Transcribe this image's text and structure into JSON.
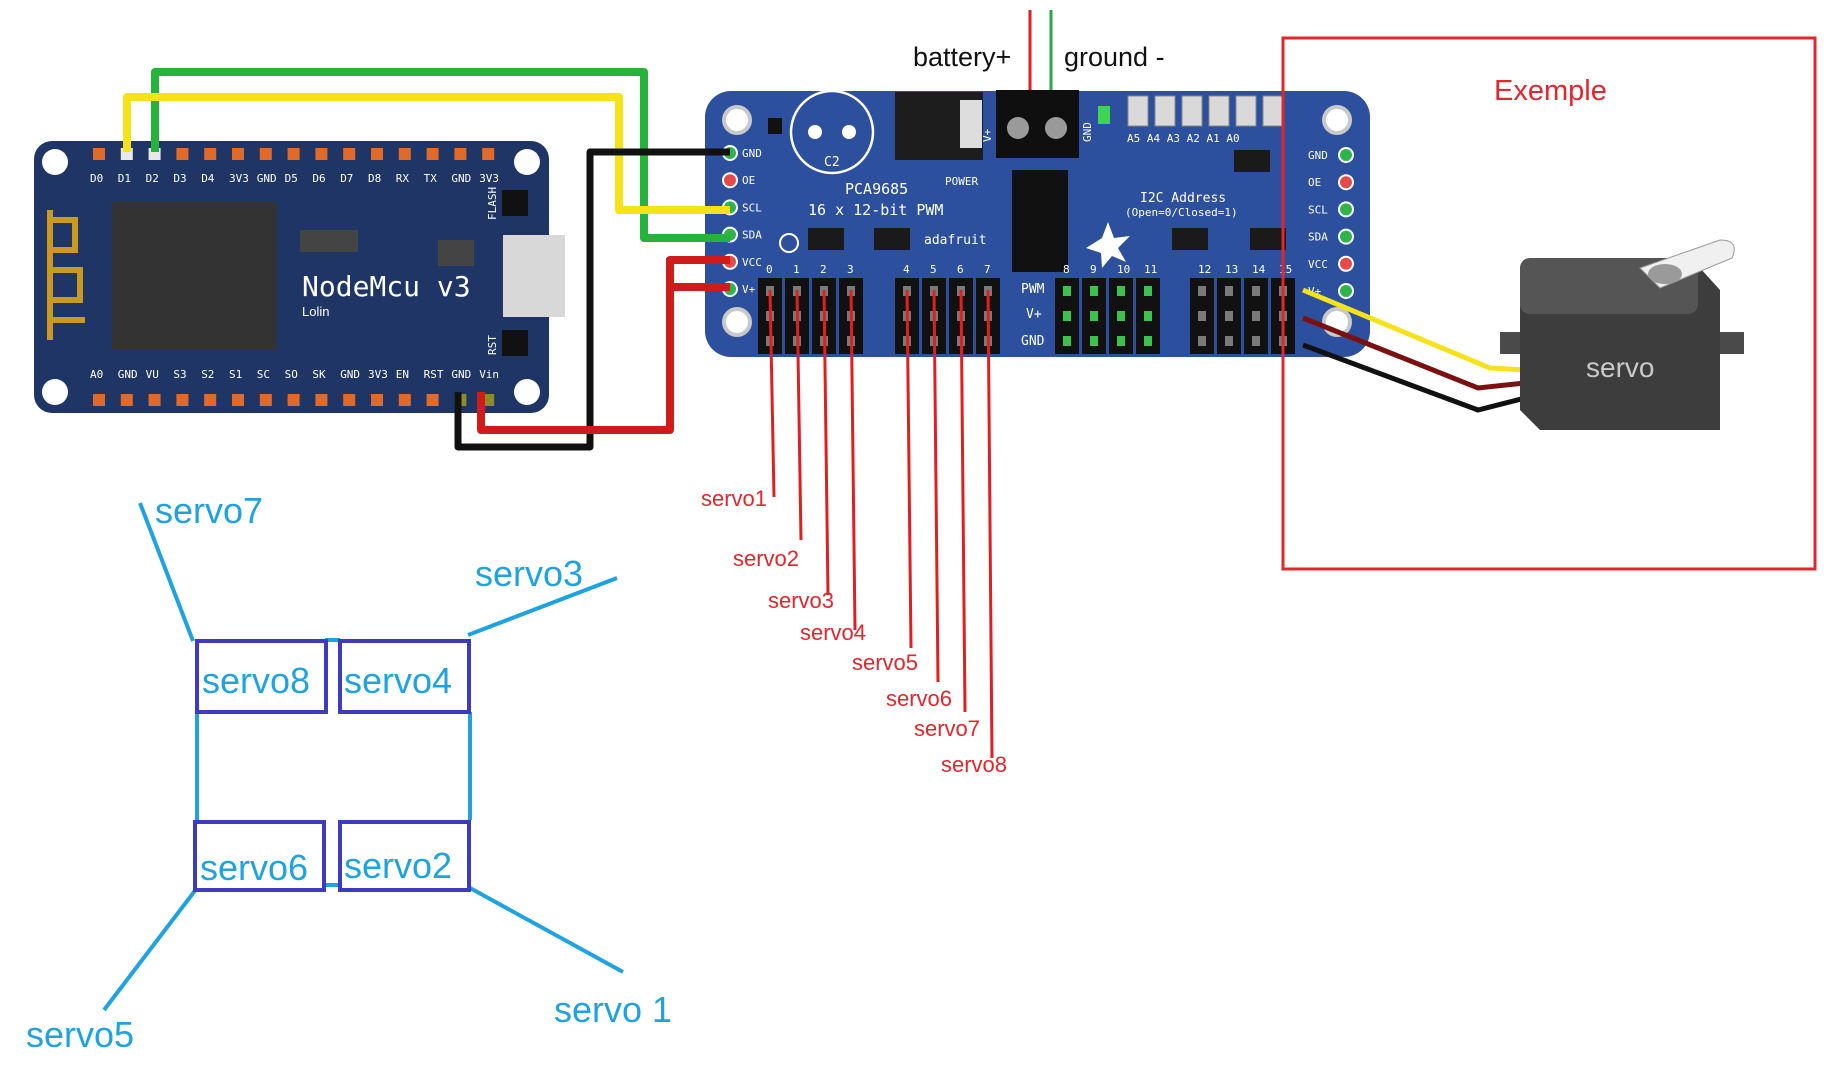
{
  "power_labels": {
    "battery": "battery+",
    "ground": "ground -"
  },
  "example": {
    "title": "Exemple",
    "servo_label": "servo"
  },
  "nodemcu": {
    "name": "NodeMcu v3",
    "maker": "Lolin",
    "top_pins": [
      "D0",
      "D1",
      "D2",
      "D3",
      "D4",
      "3V3",
      "GND",
      "D5",
      "D6",
      "D7",
      "D8",
      "RX",
      "TX",
      "GND",
      "3V3"
    ],
    "bottom_pins": [
      "A0",
      "GND",
      "VU",
      "S3",
      "S2",
      "S1",
      "SC",
      "SO",
      "SK",
      "GND",
      "3V3",
      "EN",
      "RST",
      "GND",
      "Vin"
    ],
    "flash_label": "FLASH",
    "rst_label": "RST"
  },
  "pca": {
    "chip": "PCA9685",
    "subtitle": "16 x 12-bit PWM",
    "brand": "adafruit",
    "c2": "C2",
    "power": "POWER",
    "i2c_title": "I2C Address",
    "i2c_sub": "(Open=0/Closed=1)",
    "addr_labels": "A5  A4  A3  A2  A1  A0",
    "left_pins": [
      "GND",
      "OE",
      "SCL",
      "SDA",
      "VCC",
      "V+"
    ],
    "right_pins": [
      "GND",
      "OE",
      "SCL",
      "SDA",
      "VCC",
      "V+"
    ],
    "channel_numbers": [
      "0",
      "1",
      "2",
      "3",
      "4",
      "5",
      "6",
      "7",
      "8",
      "9",
      "10",
      "11",
      "12",
      "13",
      "14",
      "15"
    ],
    "row_labels": [
      "PWM",
      "V+",
      "GND"
    ],
    "vplus": "V+",
    "gnd": "GND"
  },
  "channel_labels": [
    "servo1",
    "servo2",
    "servo3",
    "servo4",
    "servo5",
    "servo6",
    "servo7",
    "servo8"
  ],
  "layout_diagram": {
    "boxes": [
      "servo8",
      "servo4",
      "servo6",
      "servo2"
    ],
    "legs": [
      "servo7",
      "servo3",
      "servo5",
      "servo 1"
    ]
  },
  "colors": {
    "board_blue": "#2c4f9e",
    "nodemcu_navy": "#1f3566",
    "wire_red": "#d01b1b",
    "wire_black": "#111111",
    "wire_yellow": "#f5e21a",
    "wire_green": "#26b33c",
    "accent_red": "#e3262b",
    "diagram_blue": "#1ea3e0",
    "box_purple": "#3e3bbf"
  }
}
